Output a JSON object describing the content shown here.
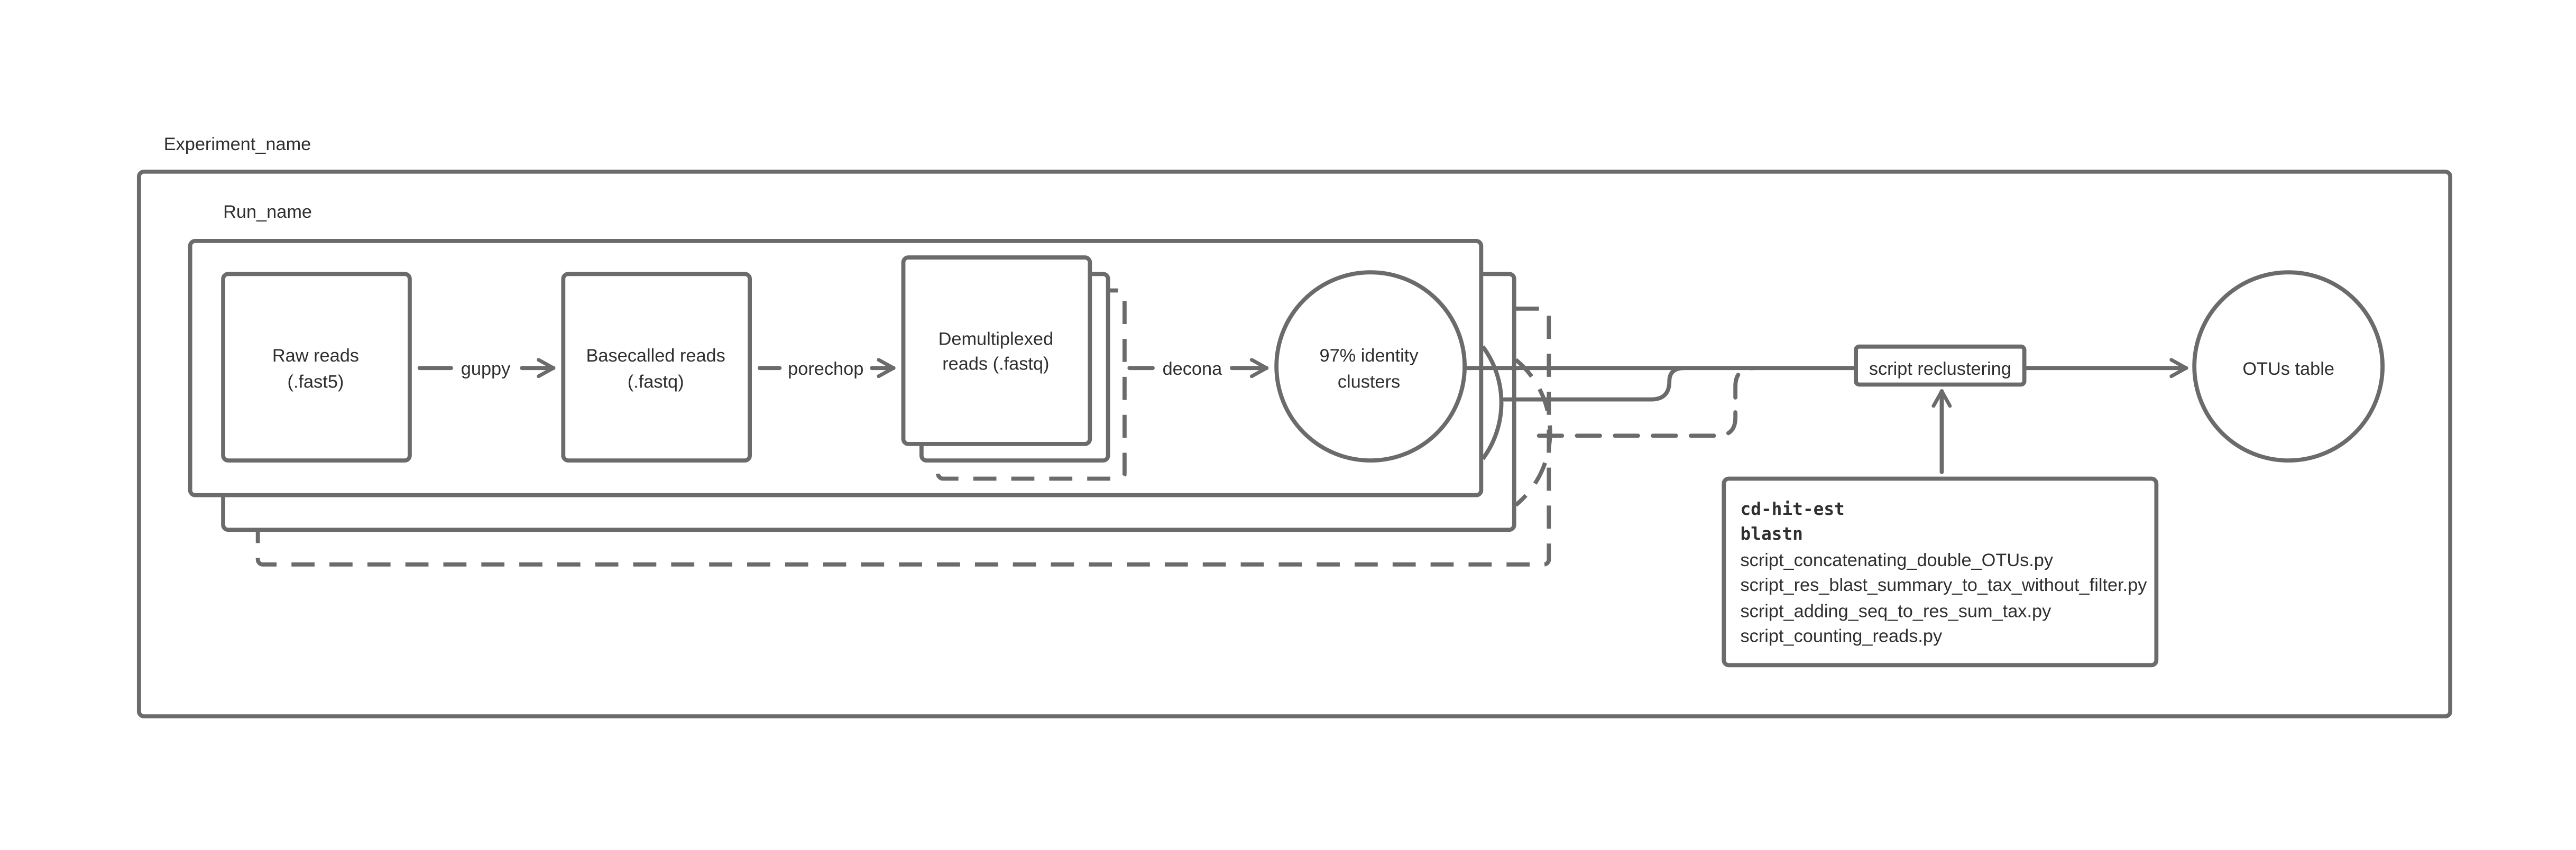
{
  "experiment_label": "Experiment_name",
  "run_label": "Run_name",
  "nodes": {
    "raw_reads": [
      "Raw reads",
      "(.fast5)"
    ],
    "basecalled_reads": [
      "Basecalled reads",
      "(.fastq)"
    ],
    "demultiplexed_reads": [
      "Demultiplexed",
      "reads (.fastq)"
    ],
    "identity_clusters": [
      "97% identity",
      "clusters"
    ],
    "reclustering": "script reclustering",
    "otus_table": "OTUs table"
  },
  "edges": {
    "guppy": "guppy",
    "porechop": "porechop",
    "decona": "decona"
  },
  "tools": {
    "commands": [
      "cd-hit-est",
      "blastn"
    ],
    "scripts": [
      "script_concatenating_double_OTUs.py",
      "script_res_blast_summary_to_tax_without_filter.py",
      "script_adding_seq_to_res_sum_tax.py",
      "script_counting_reads.py"
    ]
  },
  "colors": {
    "stroke": "#6b6b6b",
    "text": "#2f2f2f",
    "background": "#ffffff"
  }
}
